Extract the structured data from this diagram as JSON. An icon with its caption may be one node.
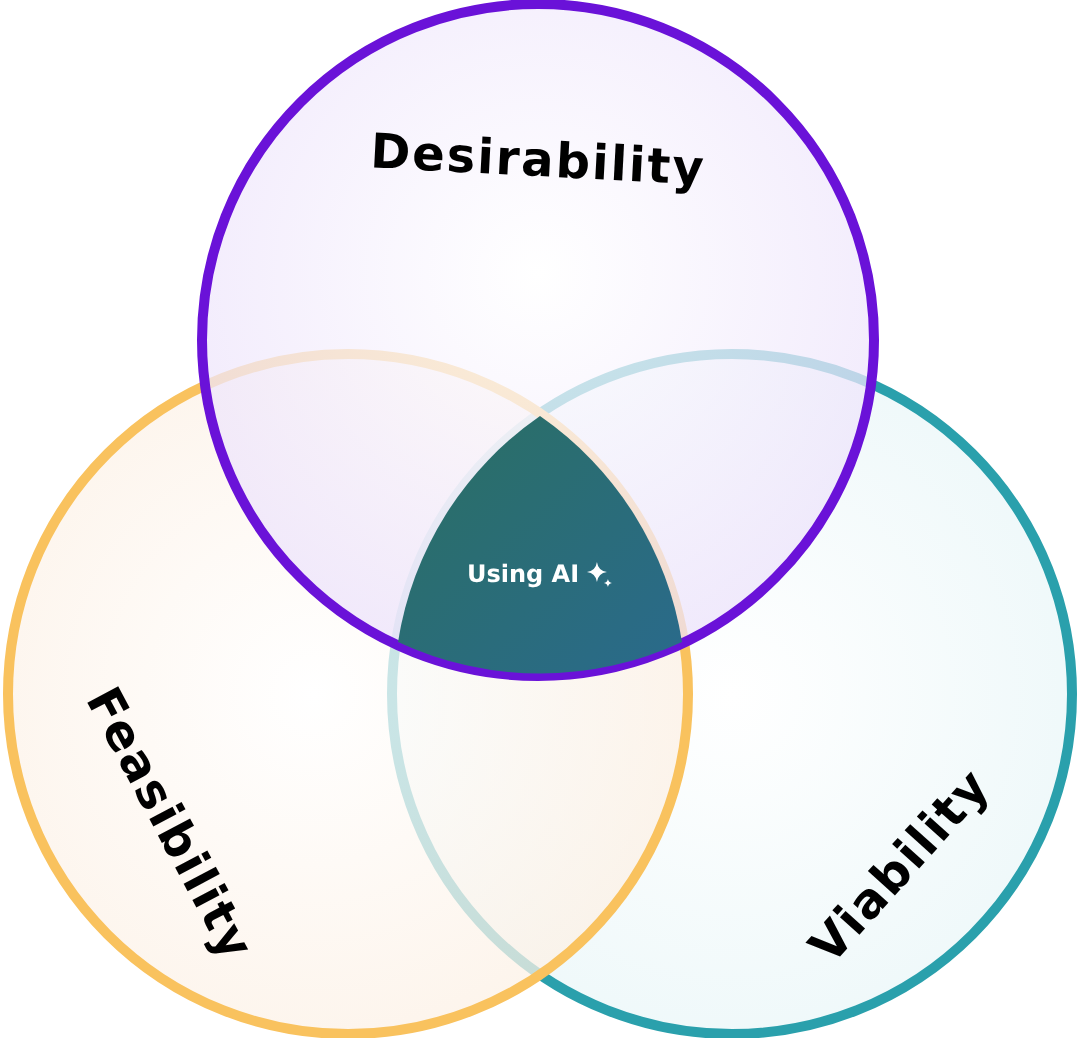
{
  "diagram": {
    "nodes": [
      {
        "text": [
          "Desirability"
        ]
      },
      {
        "text": [
          "Feasibility"
        ]
      },
      {
        "text": [
          "Viability"
        ]
      },
      {
        "text": [
          "Using AI"
        ]
      }
    ]
  }
}
